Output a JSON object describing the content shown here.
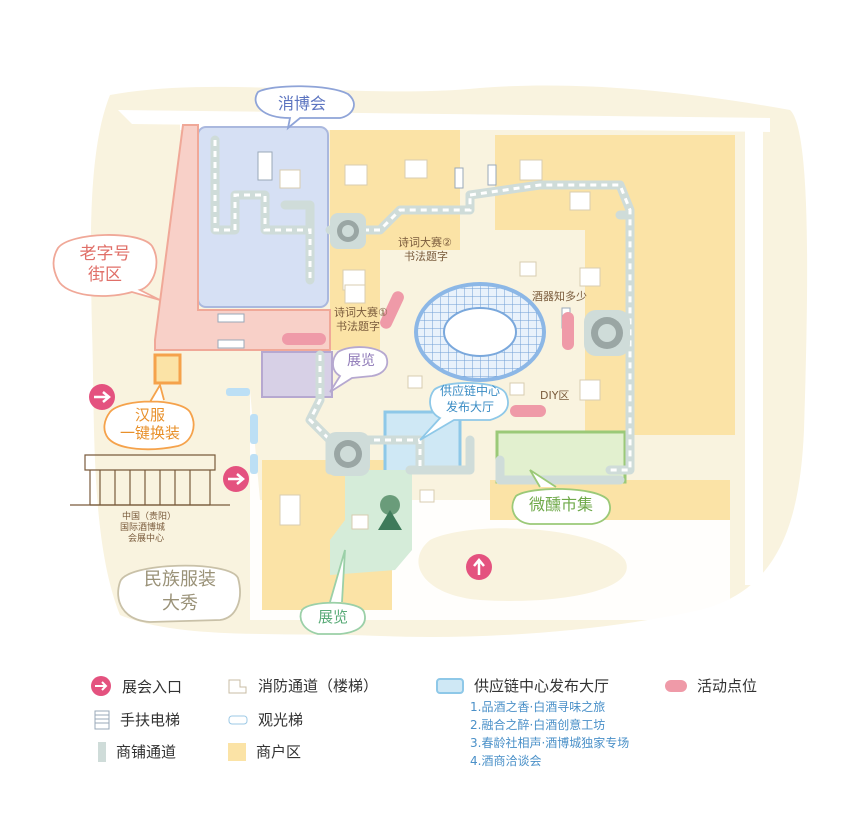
{
  "map": {
    "bubbles": {
      "xiaobohui": "消博会",
      "laozihao": [
        "老字号",
        "街区"
      ],
      "hanfu": [
        "汉服",
        "一键换装"
      ],
      "zhanlan_top": "展览",
      "supply_chain": [
        "供应链中心",
        "发布大厅"
      ],
      "weixun": "微醺市集",
      "zhanlan_bottom": "展览",
      "minzu": [
        "民族服装",
        "大秀"
      ]
    },
    "activity_labels": {
      "poetry2": [
        "诗词大赛②",
        "书法题字"
      ],
      "poetry1": [
        "诗词大赛①",
        "书法题字"
      ],
      "wine_knowledge": "酒器知多少",
      "diy": "DIY区"
    },
    "building_label": [
      "中国（贵阳）",
      "国际酒博城",
      "会展中心"
    ]
  },
  "legend": {
    "entrance": "展会入口",
    "fire_exit": "消防通道（楼梯）",
    "supply_hall": "供应链中心发布大厅",
    "activity": "活动点位",
    "escalator": "手扶电梯",
    "elevator": "观光梯",
    "shop_passage": "商铺通道",
    "merchant_area": "商户区",
    "supply_events": [
      "1.品酒之香·白酒寻味之旅",
      "2.融合之醉·白酒创意工坊",
      "3.春龄社相声·酒博城独家专场",
      "4.酒商洽谈会"
    ]
  },
  "colors": {
    "merchant": "#fbe3a6",
    "activity": "#ef9aa8",
    "entrance": "#e4527f",
    "passage": "#cfdcd9",
    "supply_hall": "#cfe8f5",
    "supply_border": "#8ec8e8",
    "xiaobohui": "#d6e0f4",
    "laozihao": "#f8d0c8",
    "hanfu": "#f5b66b",
    "zhanlan": "#d7d0e6",
    "weixun": "#e2f0cf",
    "weixun_border": "#9bc978",
    "lower_exhibit": "#d5ecd9",
    "ground": "#f9f3df"
  }
}
